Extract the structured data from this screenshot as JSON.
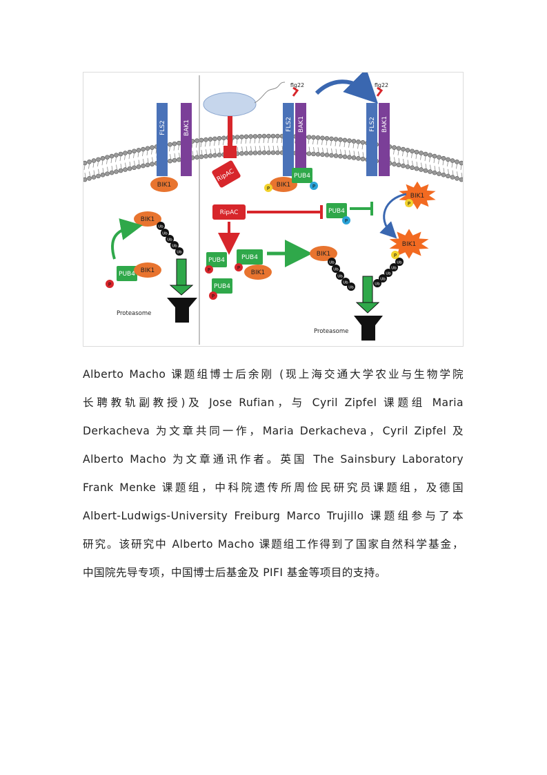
{
  "figure": {
    "receptors": {
      "fls2": "FLS2",
      "bak1": "BAK1",
      "bik1": "BIK1",
      "flg22": "flg22"
    },
    "effector": "RipAC",
    "pub4": "PUB4",
    "phospho": "P",
    "ubiquitin": "Ub",
    "proteasome": "Proteasome",
    "colors": {
      "fls2": "#4a72b8",
      "bak1": "#7b3f98",
      "bik1": "#e8742f",
      "pub4": "#2fa84a",
      "ripac": "#d7262b",
      "phospho_red": "#d7262b",
      "phospho_yellow": "#f2d22c",
      "phospho_blue": "#2ba3d8",
      "bacterium": "#c6d6ec",
      "burst": "#f26a21",
      "proteasome": "#111111",
      "curve_arrow": "#3a67b0"
    }
  },
  "paragraph": {
    "lines": [
      "Alberto Macho 课题组博士后余刚 (现上海交通大学农业与生物学院",
      "长聘教轨副教授)及 Jose Rufian，与 Cyril Zipfel 课题组 Maria",
      "Derkacheva 为文章共同一作，Maria Derkacheva，Cyril Zipfel 及",
      "Alberto Macho 为文章通讯作者。英国 The Sainsbury Laboratory",
      "Frank Menke 课题组，中科院遗传所周俭民研究员课题组，及德国",
      "Albert-Ludwigs-University Freiburg Marco Trujillo 课题组参与了本",
      "研究。该研究中 Alberto Macho 课题组工作得到了国家自然科学基金，",
      "中国院先导专项，中国博士后基金及 PIFI 基金等项目的支持。"
    ]
  }
}
